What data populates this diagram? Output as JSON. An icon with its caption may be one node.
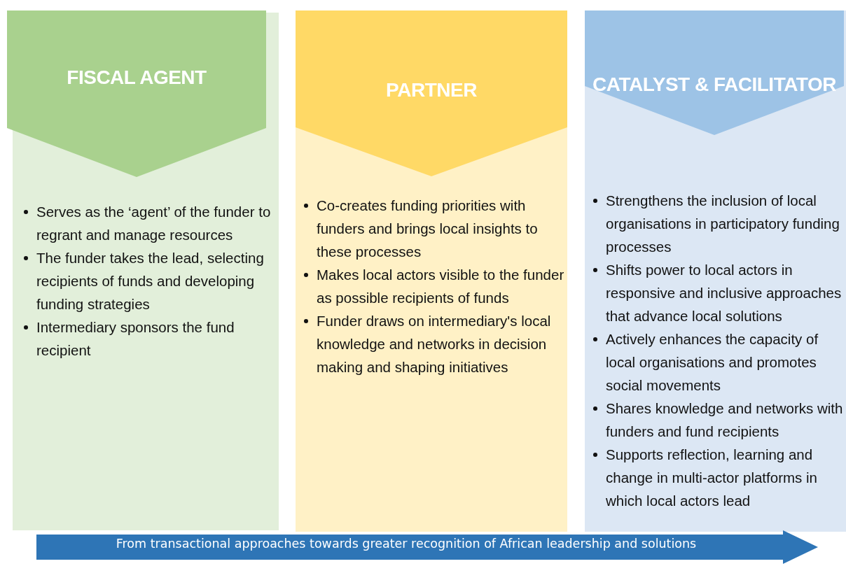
{
  "diagram": {
    "nodes": [
      {
        "text": [
          "Serves as the ‘agent’ of the funder to regrant and manage resources",
          "The funder takes the lead, selecting recipients of funds and developing funding strategies",
          "Intermediary sponsors the fund recipient"
        ]
      },
      {
        "text": [
          "FISCAL AGENT"
        ],
        "in": 0
      },
      {
        "text": [
          "Co-creates funding priorities with funders and brings local insights to these processes",
          "Makes local actors visible to the funder as possible recipients of funds",
          "Funder draws on intermediary's local knowledge and networks in decision making and shaping initiatives"
        ]
      },
      {
        "text": [
          "PARTNER"
        ],
        "in": 2
      },
      {
        "text": [
          "Strengthens the inclusion of local organisations in participatory funding processes",
          "Shifts power to local actors in responsive and inclusive approaches that advance local solutions",
          "Actively enhances the capacity of local organisations and promotes social movements",
          "Shares knowledge and networks with funders and fund recipients",
          "Supports reflection, learning and change in multi-actor platforms in which local actors lead"
        ]
      },
      {
        "text": [
          "CATALYST & FACILITATOR"
        ],
        "in": 4
      },
      {
        "text": [
          "From transactional approaches towards  greater recognition of African leadership and solutions"
        ]
      }
    ]
  }
}
